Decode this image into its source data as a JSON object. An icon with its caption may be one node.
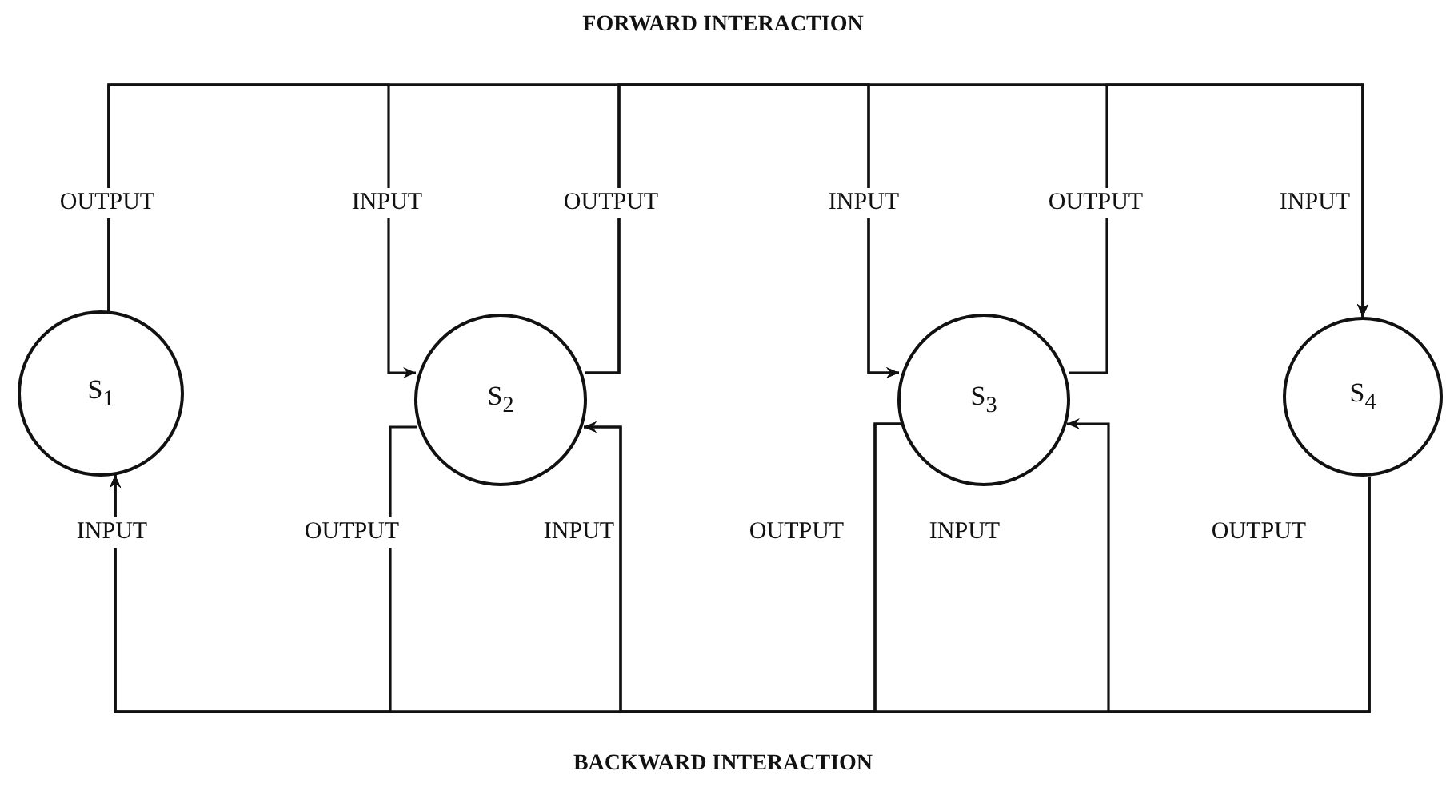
{
  "diagram": {
    "nodes": [
      {
        "text": [
          "S$_{1}$"
        ]
      },
      {
        "text": [
          "S$_{2}$"
        ]
      },
      {
        "text": [
          "S$_{3}$"
        ]
      },
      {
        "text": [
          "S$_{4}$"
        ]
      }
    ],
    "edges": [
      {
        "from": 0,
        "to": 1,
        "arrow": "to"
      },
      {
        "from": 0,
        "to": 2,
        "arrow": "to"
      },
      {
        "from": 0,
        "to": 3,
        "arrow": "to"
      },
      {
        "from": 1,
        "to": 2,
        "arrow": "to"
      },
      {
        "from": 1,
        "to": 3,
        "arrow": "to"
      },
      {
        "from": 2,
        "to": 3,
        "arrow": "to"
      },
      {
        "from": 3,
        "to": 2,
        "arrow": "to"
      },
      {
        "from": 3,
        "to": 1,
        "arrow": "to"
      },
      {
        "from": 3,
        "to": 0,
        "arrow": "to"
      },
      {
        "from": 2,
        "to": 1,
        "arrow": "to"
      },
      {
        "from": 2,
        "to": 0,
        "arrow": "to"
      },
      {
        "from": 1,
        "to": 0,
        "arrow": "to"
      }
    ],
    "labels": [
      "FORWARD INTERACTION",
      "OUTPUT",
      "INPUT",
      "OUTPUT",
      "INPUT",
      "OUTPUT",
      "INPUT",
      "INPUT",
      "OUTPUT",
      "INPUT",
      "OUTPUT",
      "INPUT",
      "OUTPUT",
      "BACKWARD INTERACTION"
    ]
  }
}
